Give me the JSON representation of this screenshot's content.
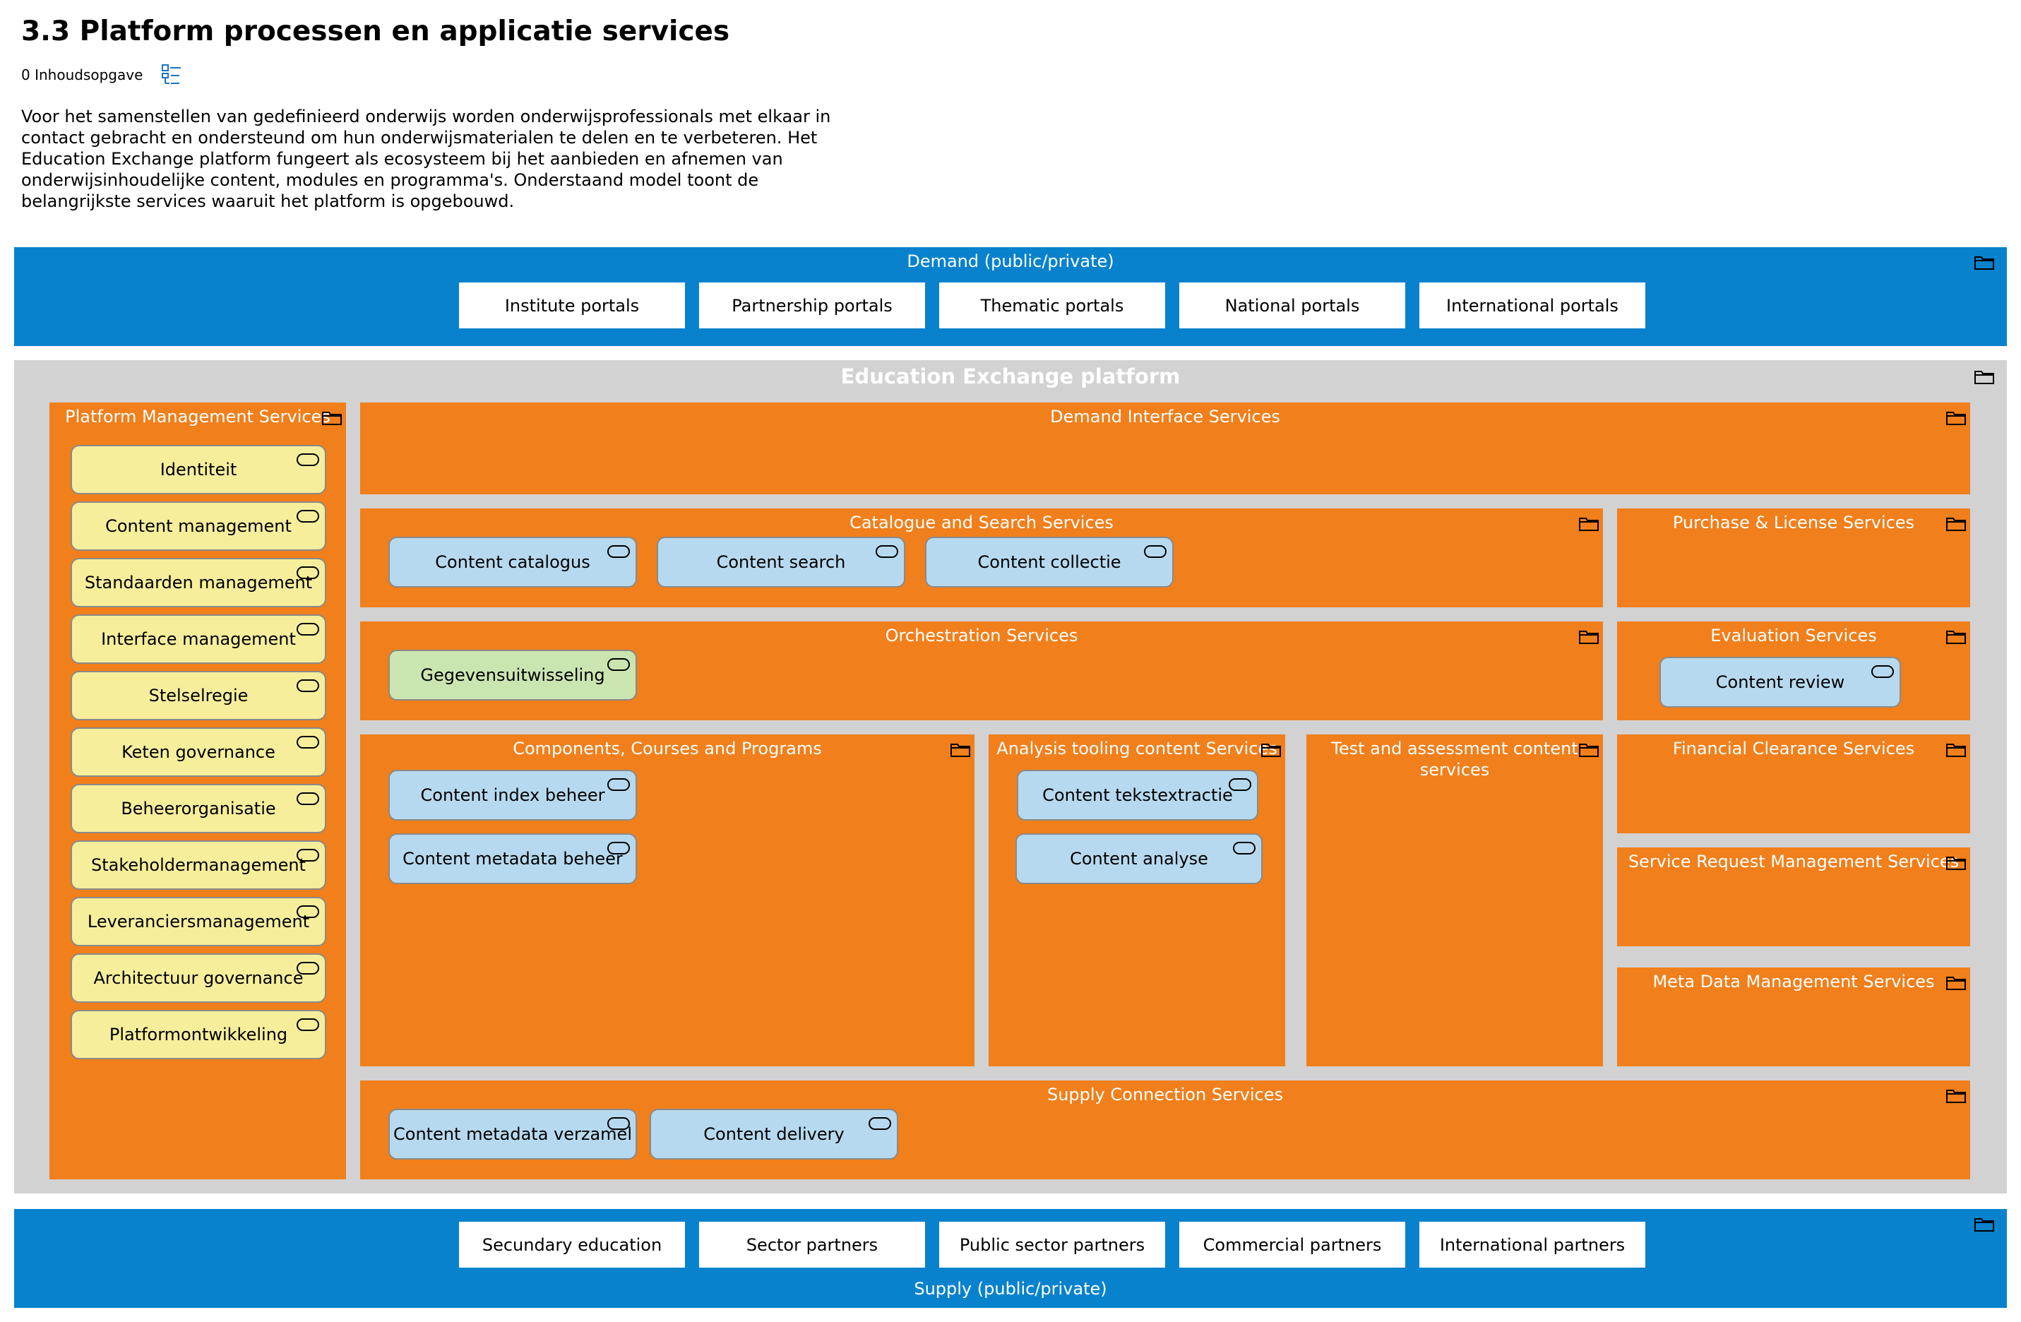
{
  "page": {
    "title": "3.3 Platform processen en applicatie services",
    "toc_link": "0 Inhoudsopgave",
    "toc_icon": "list-tree-icon",
    "intro": "Voor het samenstellen van gedefinieerd onderwijs worden onderwijsprofessionals met elkaar in contact gebracht en ondersteund om hun onderwijsmaterialen te delen en te verbeteren. Het Education Exchange platform fungeert als ecosysteem bij het aanbieden en afnemen van onderwijsinhoudelijke content, modules en programma's. Onderstaand model toont de belangrijkste services waaruit het platform is opgebouwd."
  },
  "colors": {
    "band": "#0882cc",
    "platform": "#d2d2d2",
    "group": "#f17f1b",
    "service_yellow": "#f6ee9b",
    "service_blue": "#b6d9ef",
    "service_green": "#cbe5b0"
  },
  "demand": {
    "title": "Demand (public/private)",
    "portals": [
      "Institute portals",
      "Partnership portals",
      "Thematic portals",
      "National portals",
      "International portals"
    ]
  },
  "platform": {
    "title": "Education Exchange platform",
    "management": {
      "title": "Platform Management Services",
      "services": [
        "Identiteit",
        "Content management",
        "Standaarden management",
        "Interface management",
        "Stelselregie",
        "Keten governance",
        "Beheerorganisatie",
        "Stakeholdermanagement",
        "Leveranciersmanagement",
        "Architectuur governance",
        "Platformontwikkeling"
      ]
    },
    "demand_interface": {
      "title": "Demand Interface Services"
    },
    "catalogue": {
      "title": "Catalogue and Search Services",
      "services": [
        "Content catalogus",
        "Content search",
        "Content collectie"
      ]
    },
    "purchase": {
      "title": "Purchase & License Services"
    },
    "orchestration": {
      "title": "Orchestration Services",
      "services": [
        "Gegevensuitwisseling"
      ]
    },
    "evaluation": {
      "title": "Evaluation Services",
      "services": [
        "Content review"
      ]
    },
    "components": {
      "title": "Components, Courses and Programs",
      "services": [
        "Content index beheer",
        "Content metadata beheer"
      ]
    },
    "analysis": {
      "title": "Analysis tooling content Services",
      "services": [
        "Content tekstextractie",
        "Content analyse"
      ]
    },
    "test": {
      "title": "Test and assessment content services"
    },
    "financial": {
      "title": "Financial Clearance Services"
    },
    "service_request": {
      "title": "Service Request Management Services"
    },
    "metadata": {
      "title": "Meta Data Management Services"
    },
    "supply_connection": {
      "title": "Supply Connection Services",
      "services": [
        "Content metadata verzamel",
        "Content delivery"
      ]
    }
  },
  "supply": {
    "title": "Supply (public/private)",
    "partners": [
      "Secundary education",
      "Sector partners",
      "Public sector partners",
      "Commercial partners",
      "International partners"
    ]
  }
}
